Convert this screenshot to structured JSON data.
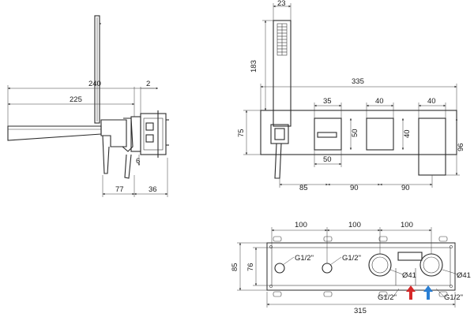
{
  "side_view": {
    "dims": {
      "d240": "240",
      "d225": "225",
      "d2": "2",
      "d77": "77",
      "d36": "36",
      "d6": "6"
    }
  },
  "front_view": {
    "dims": {
      "d23": "23",
      "d183": "183",
      "d335": "335",
      "d35": "35",
      "d40a": "40",
      "d40b": "40",
      "d75": "75",
      "d50a": "50",
      "d40c": "40",
      "d96": "96",
      "d50b": "50",
      "d85": "85",
      "d90a": "90",
      "d90b": "90"
    }
  },
  "plan_view": {
    "dims": {
      "d100a": "100",
      "d100b": "100",
      "d100c": "100",
      "d85": "85",
      "d76": "76",
      "g1": "G1/2\"",
      "g2": "G1/2\"",
      "g3": "G1/2\"",
      "g4": "G1/2\"",
      "o41a": "Ø41",
      "o41b": "Ø41",
      "d315": "315"
    },
    "colors": {
      "hot_arrow": "#d62828",
      "cold_arrow": "#2a7fd4"
    }
  }
}
